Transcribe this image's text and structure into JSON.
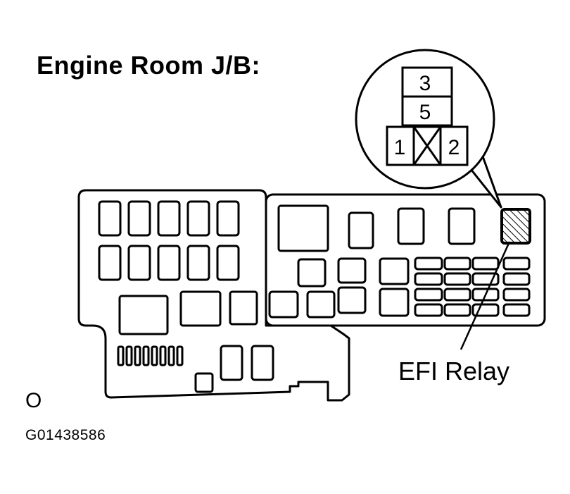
{
  "title": "Engine Room J/B:",
  "callout_label": "EFI Relay",
  "pin_labels": [
    "3",
    "5",
    "1",
    "2"
  ],
  "corner_mark": "O",
  "figure_id": "G01438586"
}
